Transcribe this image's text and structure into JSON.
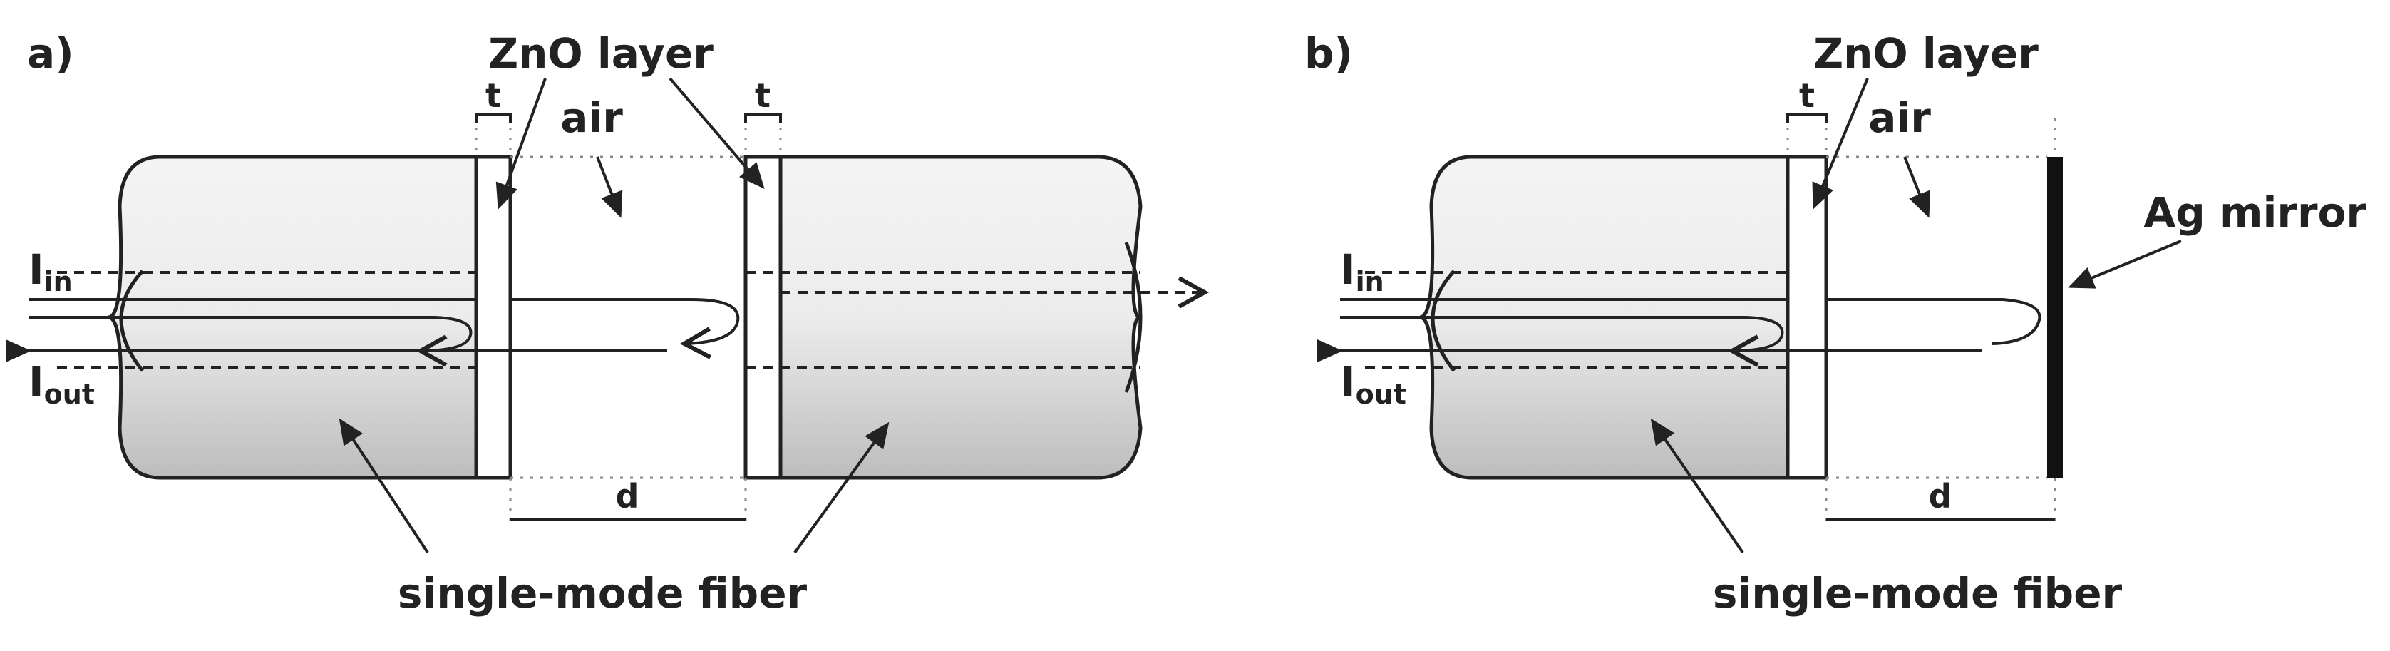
{
  "panel_a": {
    "tag": "a)",
    "zno_label": "ZnO layer",
    "air_label": "air",
    "t_label_left": "t",
    "t_label_right": "t",
    "d_label": "d",
    "i_in_main": "I",
    "i_in_sub": "in",
    "i_out_main": "I",
    "i_out_sub": "out",
    "fiber_label": "single-mode fiber"
  },
  "panel_b": {
    "tag": "b)",
    "zno_label": "ZnO layer",
    "air_label": "air",
    "t_label": "t",
    "d_label": "d",
    "mirror_label": "Ag mirror",
    "i_in_main": "I",
    "i_in_sub": "in",
    "i_out_main": "I",
    "i_out_sub": "out",
    "fiber_label": "single-mode fiber"
  }
}
